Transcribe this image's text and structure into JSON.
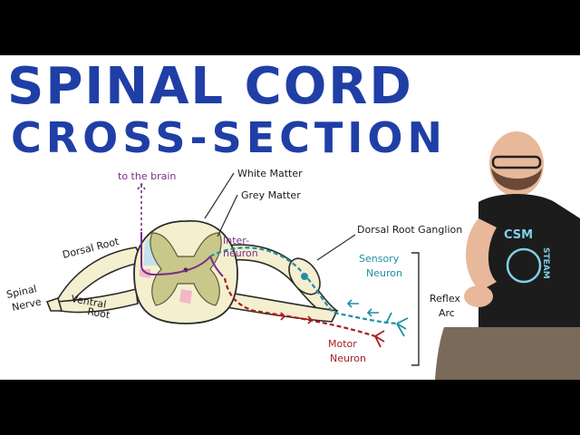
{
  "title": {
    "line1": "SPINAL CORD",
    "line2": "CROSS-SECTION"
  },
  "labels": {
    "to_brain": "to the brain",
    "white_matter": "White Matter",
    "grey_matter": "Grey Matter",
    "dorsal_root_ganglion": "Dorsal Root Ganglion",
    "dorsal_root": "Dorsal Root",
    "spinal_nerve_1": "Spinal",
    "spinal_nerve_2": "Nerve",
    "ventral_root_1": "Ventral",
    "ventral_root_2": "Root",
    "interneuron_1": "Inter-",
    "interneuron_2": "neuron",
    "sensory_neuron_1": "Sensory",
    "sensory_neuron_2": "Neuron",
    "motor_neuron_1": "Motor",
    "motor_neuron_2": "Neuron",
    "reflex_arc_1": "Reflex",
    "reflex_arc_2": "Arc",
    "shirt_text": "CSM",
    "shirt_text_side": "STEAM"
  },
  "colors": {
    "title": "#1f3fa6",
    "cord_outline": "#2b2b2b",
    "white_matter": "#f4efcf",
    "grey_matter": "#c9c78a",
    "sensory": "#1f8fa6",
    "motor": "#a61e1e",
    "interneuron": "#7b2d8b"
  }
}
